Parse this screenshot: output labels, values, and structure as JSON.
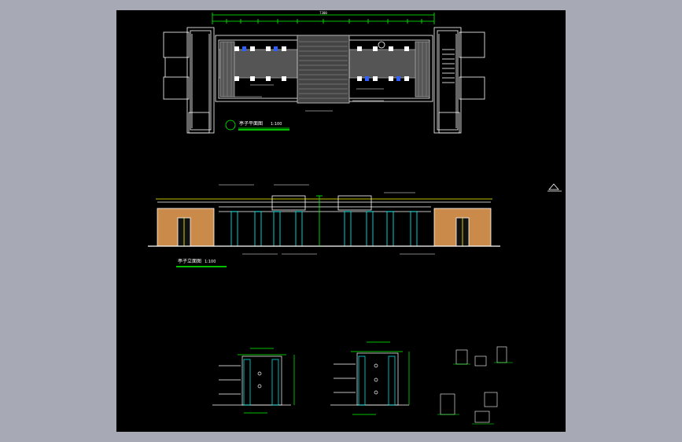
{
  "colors": {
    "viewport_bg": "#a7a9b4",
    "canvas_bg": "#000000",
    "line": "#ffffff",
    "dim": "#00ff00",
    "column": "#00ffff",
    "text": "#ffffff",
    "brick": "#c98a4a",
    "roof": "#ffff00",
    "section": "#ff4040"
  },
  "plan": {
    "title": "亭子平面图",
    "scale": "1:100",
    "total_dim": "7300"
  },
  "elevation": {
    "title": "亭子立面图",
    "scale": "1:100"
  },
  "icons": [
    "north-arrow-icon",
    "section-symbol-icon"
  ]
}
